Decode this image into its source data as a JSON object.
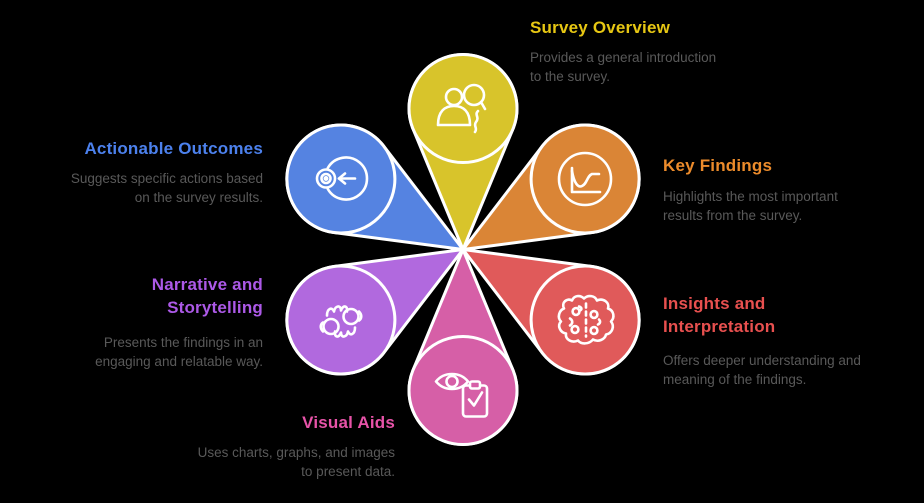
{
  "background_color": "#000000",
  "outline_color": "#ffffff",
  "description_color": "#595959",
  "petals": [
    {
      "id": "survey-overview",
      "title": "Survey Overview",
      "description": "Provides a general introduction to the survey.",
      "color": "#D8C42B",
      "title_color": "#E7C713",
      "icon": "user-search-icon"
    },
    {
      "id": "key-findings",
      "title": "Key Findings",
      "description": "Highlights the most important results from the survey.",
      "color": "#DA8536",
      "title_color": "#EC8B2B",
      "icon": "line-chart-icon"
    },
    {
      "id": "insights-and-interpretation",
      "title": "Insights and Interpretation",
      "description": "Offers deeper understanding and meaning of the findings.",
      "color": "#E05A5A",
      "title_color": "#E8504F",
      "icon": "brain-icon"
    },
    {
      "id": "visual-aids",
      "title": "Visual Aids",
      "description": "Uses charts, graphs, and images to present data.",
      "color": "#D65FA7",
      "title_color": "#E753A8",
      "icon": "eye-checklist-icon"
    },
    {
      "id": "narrative-and-storytelling",
      "title": "Narrative and Storytelling",
      "description": "Presents the findings in an engaging and relatable way.",
      "color": "#B169DE",
      "title_color": "#AC59E7",
      "icon": "sign-language-icon"
    },
    {
      "id": "actionable-outcomes",
      "title": "Actionable Outcomes",
      "description": "Suggests specific actions based on the survey results.",
      "color": "#5583E1",
      "title_color": "#4C81ED",
      "icon": "target-arrow-icon"
    }
  ]
}
